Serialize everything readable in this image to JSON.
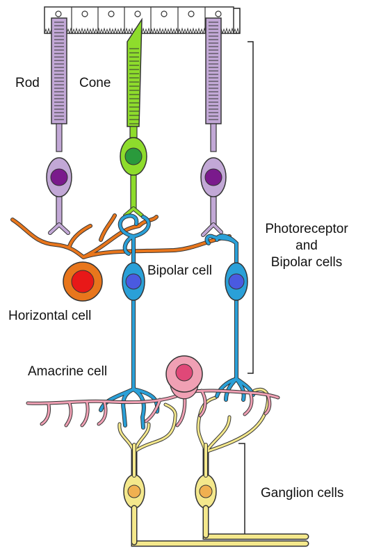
{
  "labels": {
    "rod": "Rod",
    "cone": "Cone",
    "bipolar": "Bipolar cell",
    "horizontal": "Horizontal cell",
    "amacrine": "Amacrine cell",
    "photoreceptor_line1": "Photoreceptor",
    "photoreceptor_line2": "and",
    "photoreceptor_line3": "Bipolar cells",
    "ganglion": "Ganglion cells"
  },
  "colors": {
    "rod": "#c2a8d6",
    "rod_nucleus": "#7a1a8c",
    "cone": "#8edc2c",
    "cone_nucleus": "#2a9a3c",
    "horizontal": "#e8761c",
    "horizontal_nucleus": "#e81818",
    "bipolar": "#2aa0d8",
    "bipolar_nucleus": "#4a5ae0",
    "amacrine": "#f0a0b4",
    "amacrine_nucleus": "#e04878",
    "ganglion": "#f4e88c",
    "ganglion_nucleus": "#f0b050",
    "outline": "#333333"
  }
}
